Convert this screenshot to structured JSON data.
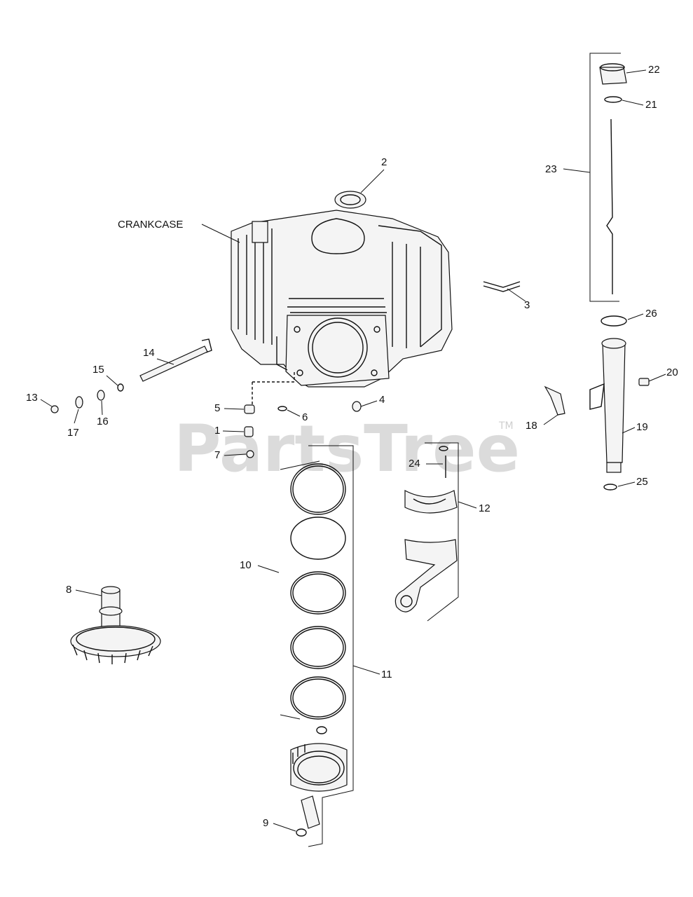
{
  "callouts": {
    "crankcase": "CRANKCASE",
    "p1": "1",
    "p2": "2",
    "p3": "3",
    "p4": "4",
    "p5": "5",
    "p6": "6",
    "p7": "7",
    "p8": "8",
    "p9": "9",
    "p10": "10",
    "p11": "11",
    "p12": "12",
    "p13": "13",
    "p14": "14",
    "p15": "15",
    "p16": "16",
    "p17": "17",
    "p18": "18",
    "p19": "19",
    "p20": "20",
    "p21": "21",
    "p22": "22",
    "p23": "23",
    "p24": "24",
    "p25": "25",
    "p26": "26"
  },
  "watermark": {
    "brand": "PartsTree",
    "tm": "TM"
  }
}
